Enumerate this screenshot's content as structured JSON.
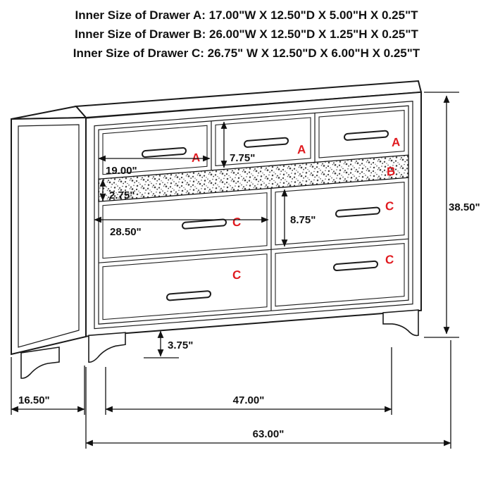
{
  "header": {
    "lines": [
      "Inner Size of Drawer A: 17.00\"W X 12.50\"D X 5.00\"H X 0.25\"T",
      "Inner Size of Drawer B: 26.00\"W X 12.50\"D X 1.25\"H X 0.25\"T",
      "Inner Size of Drawer C: 26.75\" W X 12.50\"D X 6.00\"H X 0.25\"T"
    ]
  },
  "diagram": {
    "drawer_labels": {
      "a1": "A",
      "a2": "A",
      "a3": "A",
      "b": "B",
      "c_top_left": "C",
      "c_bottom_left": "C",
      "c_top_right": "C",
      "c_bottom_right": "C"
    },
    "dimensions": {
      "drawer_a_width": "19.00\"",
      "drawer_a_height": "7.75\"",
      "trim_height": "2.75\"",
      "drawer_c_width": "28.50\"",
      "drawer_c_height": "8.75\"",
      "overall_height": "38.50\"",
      "foot_height": "3.75\"",
      "side_depth": "16.50\"",
      "foot_span": "47.00\"",
      "overall_width": "63.00\""
    },
    "colors": {
      "label_red": "#e0191e",
      "line_black": "#111111",
      "background": "#ffffff"
    }
  }
}
